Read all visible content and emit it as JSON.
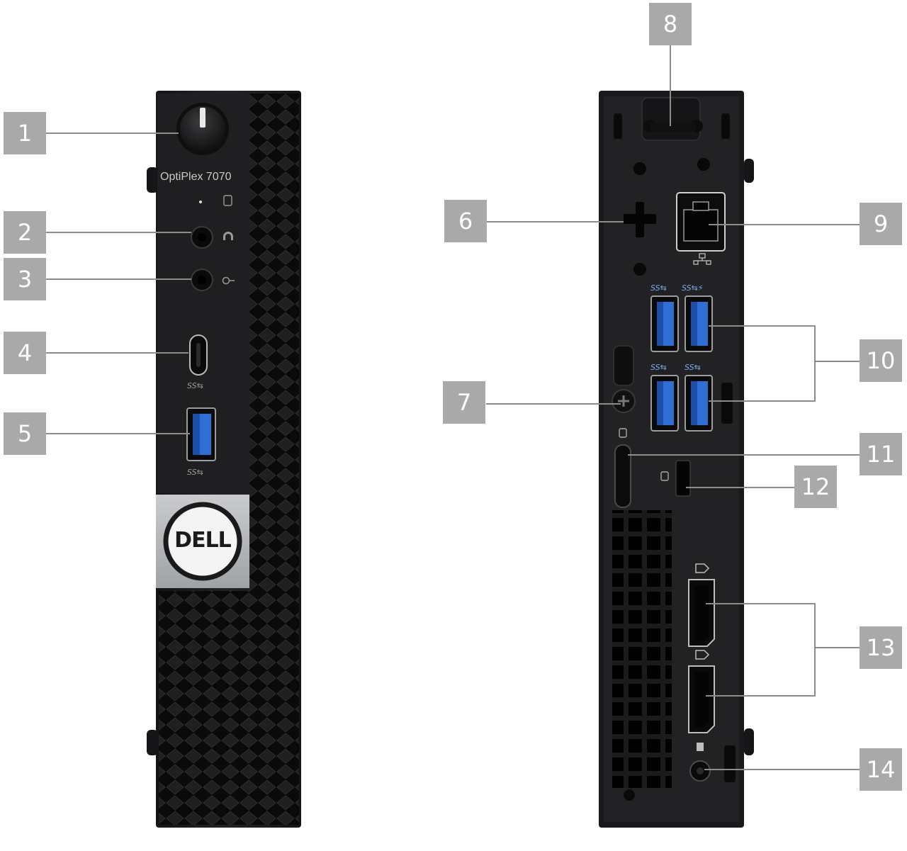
{
  "front_panel": {
    "model_label": "OptiPlex 7070",
    "logo_text": "DELL",
    "usb_c_label": "SS⇆",
    "usb_a_label": "SS⇆"
  },
  "rear_panel": {
    "usb_labels": [
      "SS⇆",
      "SS⇆⚡",
      "SS⇆",
      "SS⇆"
    ]
  },
  "callouts": [
    "1",
    "2",
    "3",
    "4",
    "5",
    "6",
    "7",
    "8",
    "9",
    "10",
    "11",
    "12",
    "13",
    "14"
  ],
  "colors": {
    "chassis": "#1b1b1d",
    "callout_bg": "#a9a9a9",
    "usb_blue": "#2f6fd4",
    "logo_plate": "#b5b7ba"
  }
}
